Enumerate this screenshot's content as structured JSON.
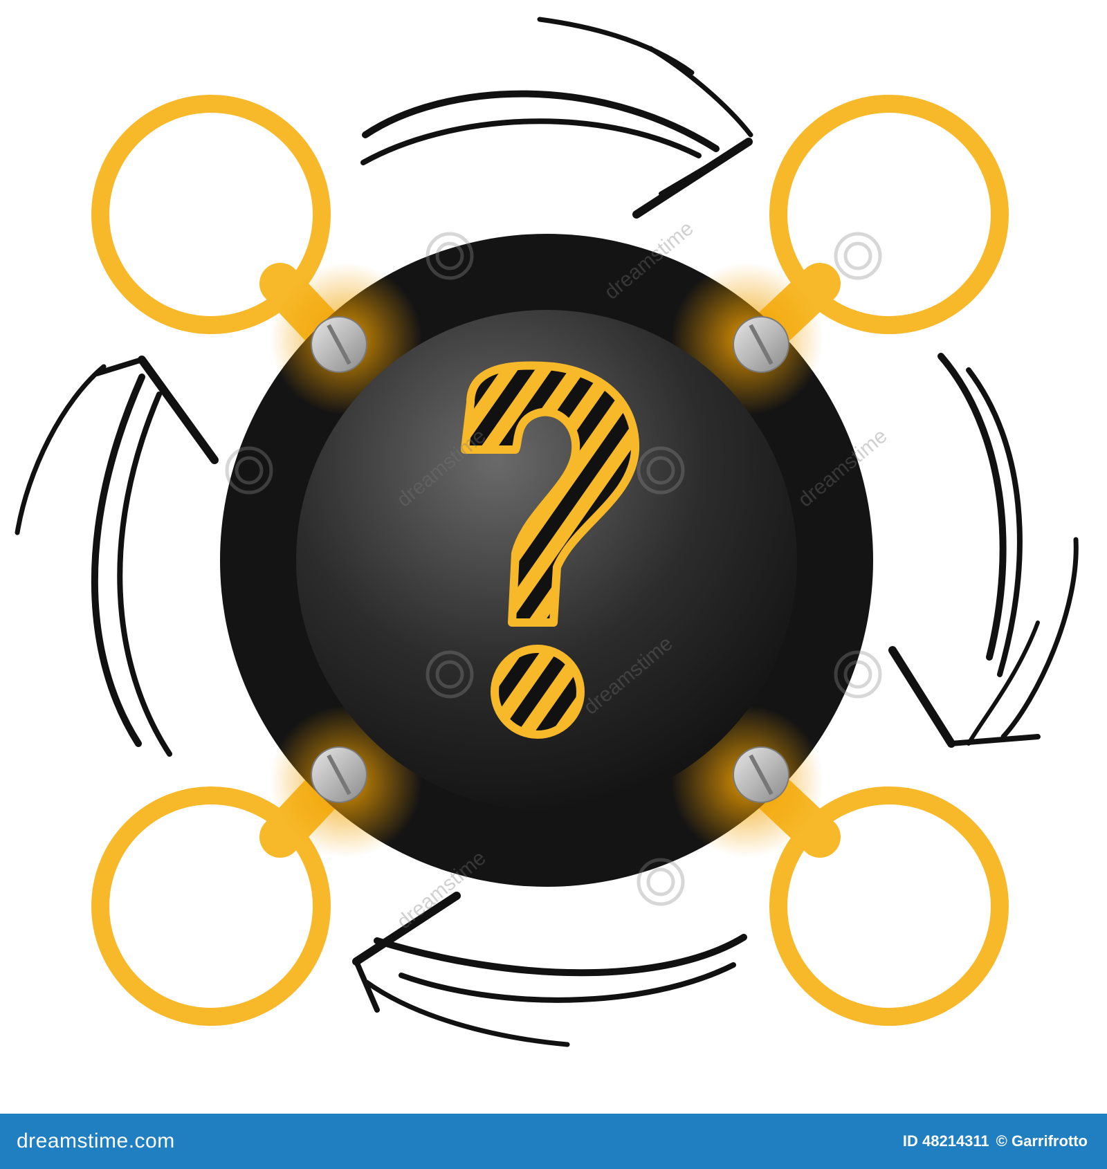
{
  "watermark": {
    "text": "dreamstime"
  },
  "footer": {
    "logo": "dreamstime.com",
    "id": "ID 48214311",
    "credit": "© Garrifrotto"
  },
  "colors": {
    "ring_yellow": "#f7b92a",
    "dark_disc": "#141414",
    "inner_disc": "#3a3a3a",
    "glow": "#f0a000",
    "arrow": "#111111",
    "footer_bg": "#1f7fc0"
  },
  "icons": [
    "question-mark-icon",
    "screw-icon",
    "cycle-arrow-icon",
    "spiral-watermark-icon"
  ]
}
